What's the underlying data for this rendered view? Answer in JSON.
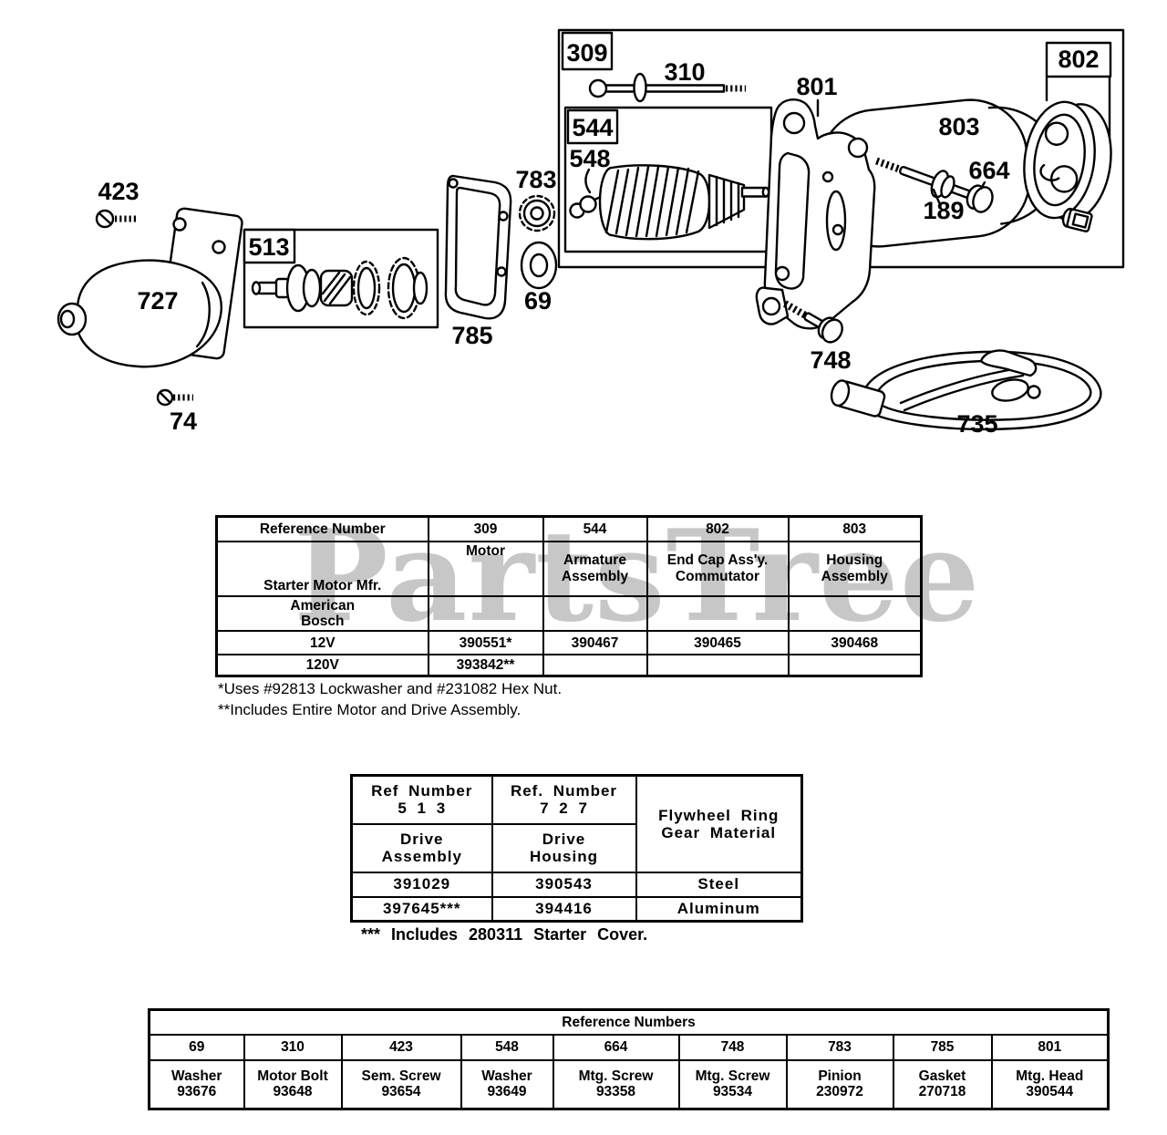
{
  "watermark": "PartsTree",
  "diagram": {
    "callouts": {
      "n309": "309",
      "n310": "310",
      "n423": "423",
      "n544": "544",
      "n548": "548",
      "n513": "513",
      "n727": "727",
      "n783": "783",
      "n69": "69",
      "n785": "785",
      "n74": "74",
      "n801": "801",
      "n802": "802",
      "n803": "803",
      "n664": "664",
      "n189": "189",
      "n748": "748",
      "n735": "735"
    }
  },
  "t1": {
    "h": [
      "Reference Number",
      "309",
      "544",
      "802",
      "803"
    ],
    "mfr": [
      "Starter Motor Mfr.",
      "Motor",
      "Armature\nAssembly",
      "End Cap Ass'y.\nCommutator",
      "Housing\nAssembly"
    ],
    "brand": "American\nBosch",
    "v12": [
      "12V",
      "390551*",
      "390467",
      "390465",
      "390468"
    ],
    "v120": [
      "120V",
      "393842**",
      "",
      "",
      ""
    ],
    "fn1": "*Uses #92813 Lockwasher and #231082 Hex Nut.",
    "fn2": "**Includes Entire Motor and Drive Assembly."
  },
  "t2": {
    "h1": "Ref Number\n5 1 3",
    "h2": "Ref. Number\n7 2 7",
    "h3": "Flywheel Ring\nGear Material",
    "s1": "Drive\nAssembly",
    "s2": "Drive\nHousing",
    "r1": [
      "391029",
      "390543",
      "Steel"
    ],
    "r2": [
      "397645***",
      "394416",
      "Aluminum"
    ],
    "fn": "*** Includes 280311 Starter Cover."
  },
  "t3": {
    "title": "Reference Numbers",
    "refs": [
      "69",
      "310",
      "423",
      "548",
      "664",
      "748",
      "783",
      "785",
      "801"
    ],
    "parts": [
      "Washer\n93676",
      "Motor Bolt\n93648",
      "Sem. Screw\n93654",
      "Washer\n93649",
      "Mtg. Screw\n93358",
      "Mtg. Screw\n93534",
      "Pinion\n230972",
      "Gasket\n270718",
      "Mtg. Head\n390544"
    ]
  }
}
